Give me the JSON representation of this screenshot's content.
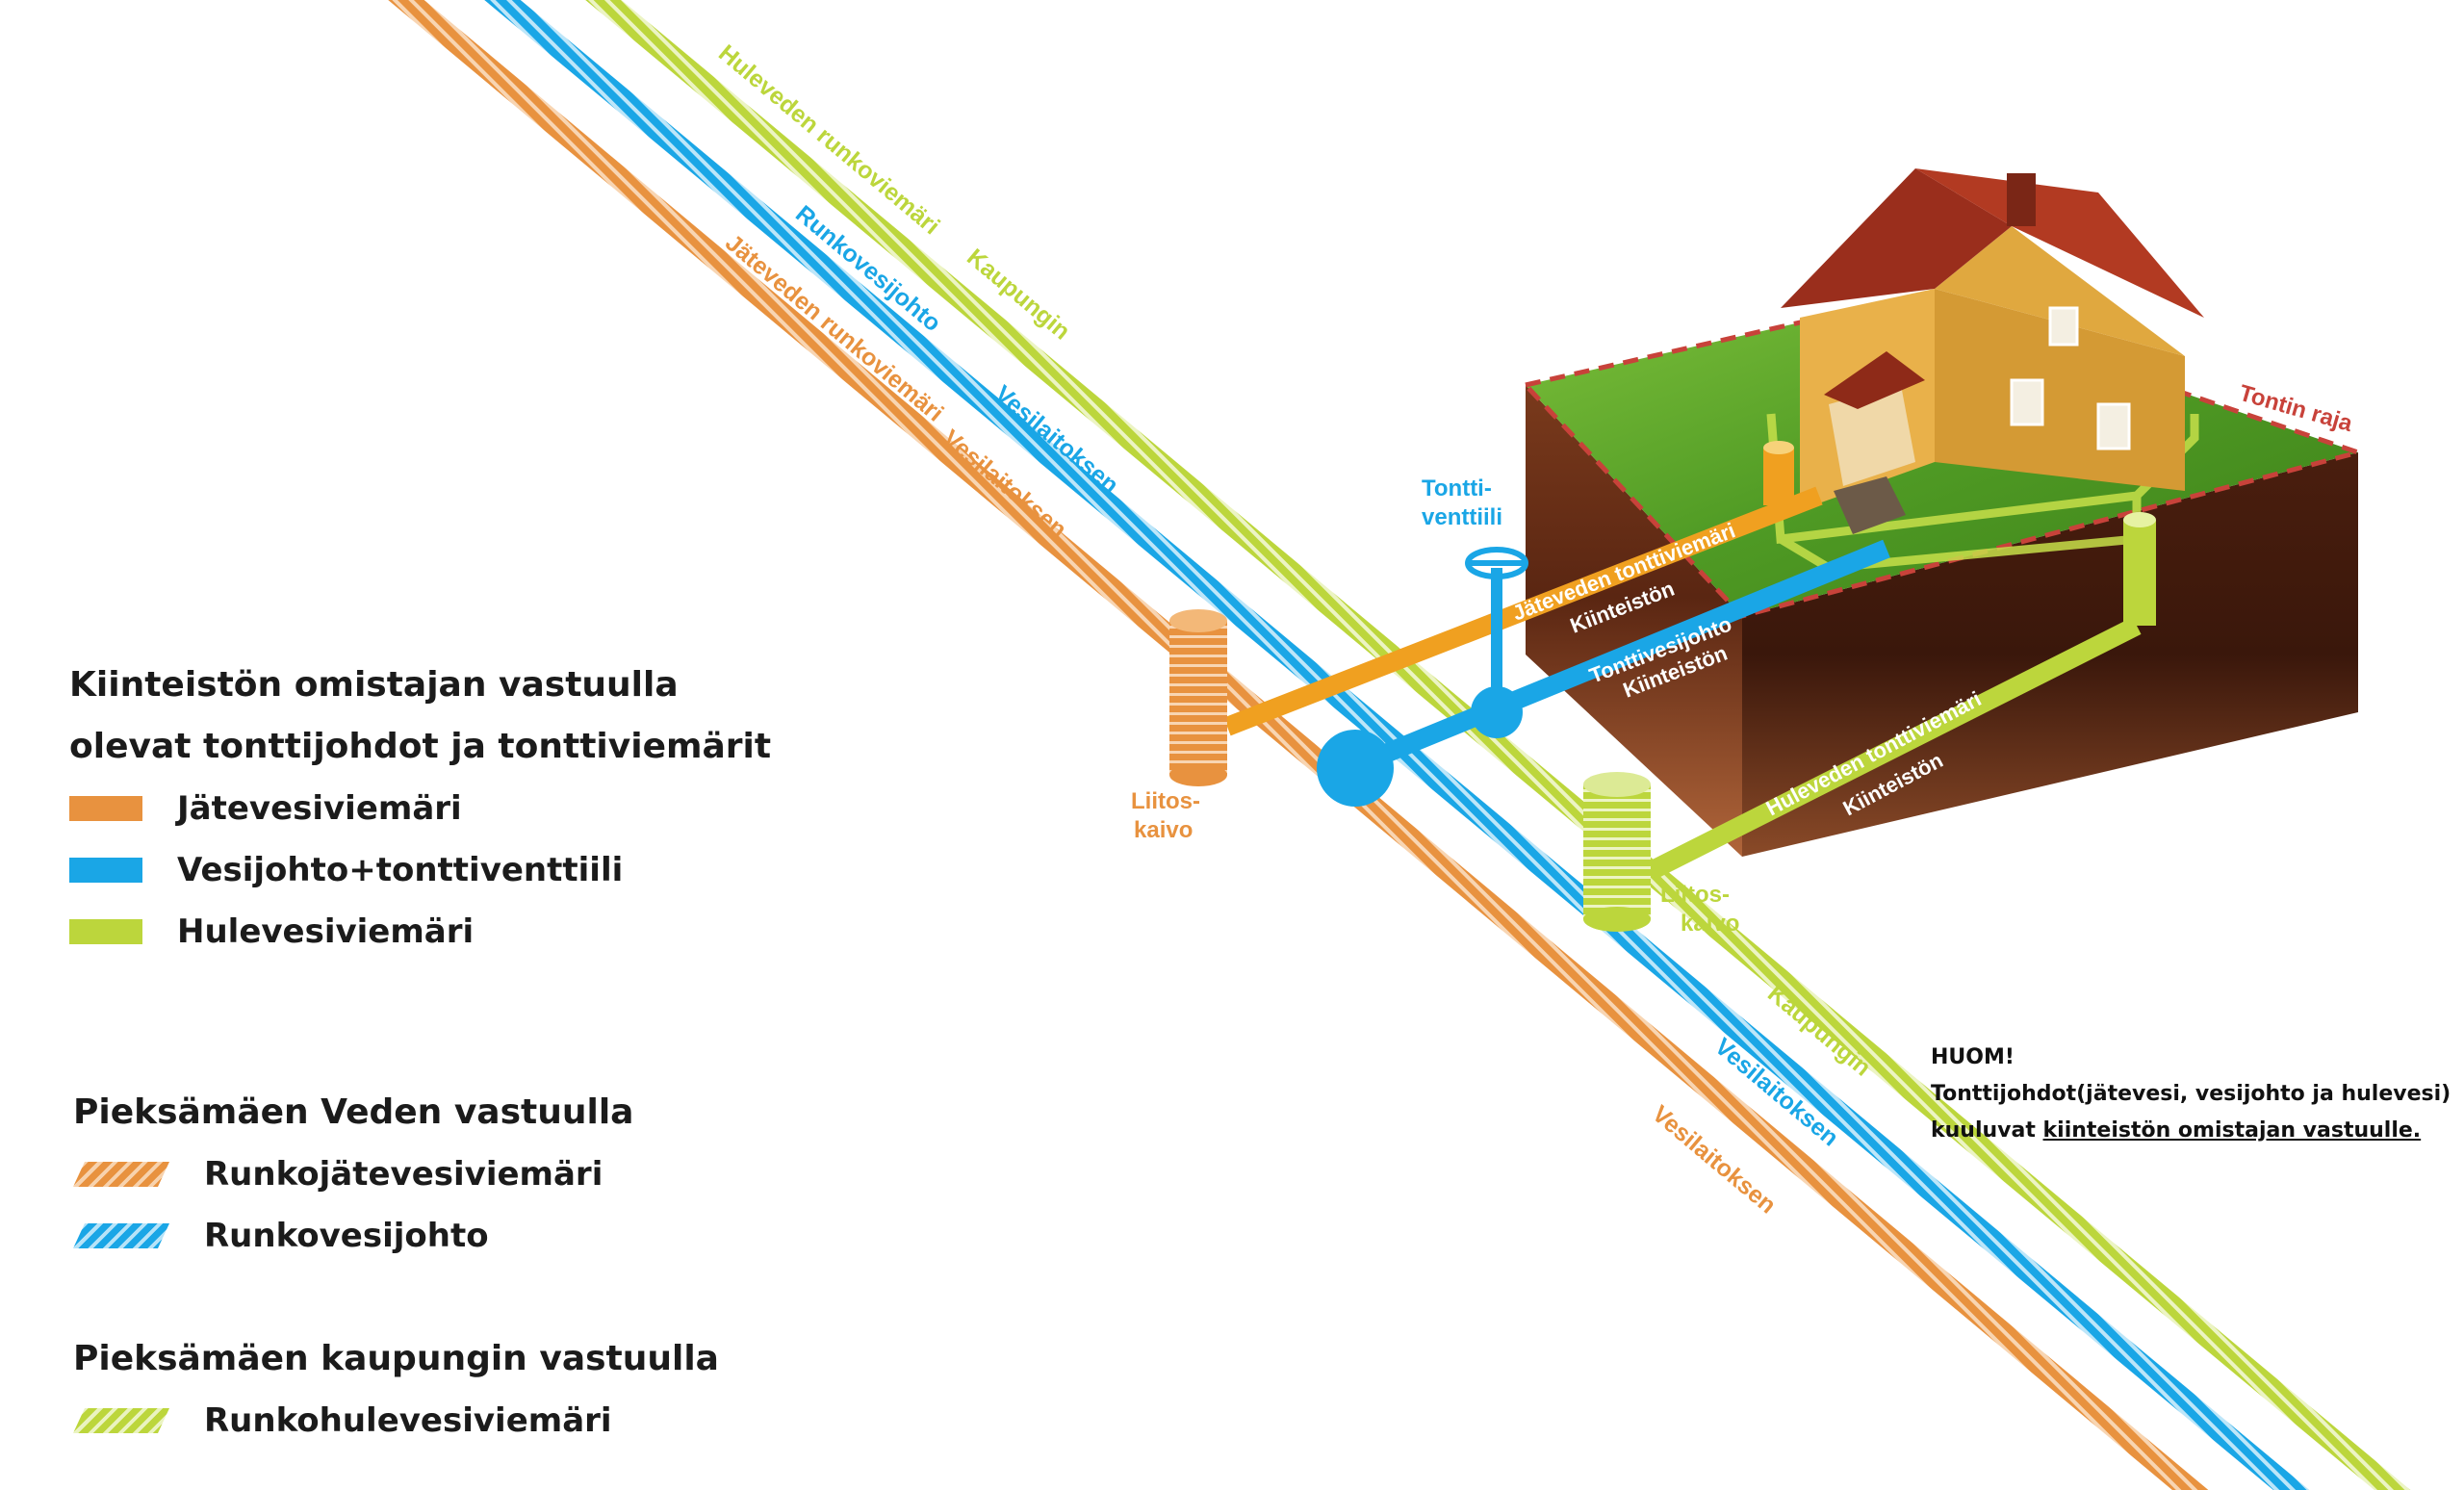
{
  "diagram": {
    "main_lines": {
      "green_owner": "Kaupungin",
      "green_name": "Huleveden runkoviemäri",
      "blue_owner": "Vesilaitoksen",
      "blue_name": "Runkovesijohto",
      "orange_owner": "Vesilaitoksen",
      "orange_name": "Jäteveden runkoviemäri"
    },
    "lower_labels": {
      "green": "Kaupungin",
      "blue": "Vesilaitoksen",
      "orange": "Vesilaitoksen"
    },
    "pipes": {
      "waste": "Jäteveden tonttiviemäri",
      "water": "Tonttivesijohto",
      "storm": "Huleveden tonttiviemäri",
      "owner": "Kiinteistön"
    },
    "valve_label_1": "Tontti-",
    "valve_label_2": "venttiili",
    "manhole_label_1": "Liitos-",
    "manhole_label_2": "kaivo",
    "plot_border": "Tontin raja",
    "colors": {
      "orange": "#e8923f",
      "blue": "#1aa6e6",
      "green": "#bcd63c",
      "border_red": "#c8423a"
    }
  },
  "legend": {
    "owner_title_1": "Kiinteistön omistajan vastuulla",
    "owner_title_2": "olevat tonttijohdot ja tonttiviemärit",
    "owner_items": [
      "Jätevesiviemäri",
      "Vesijohto+tonttiventtiili",
      "Hulevesiviemäri"
    ],
    "water_title": "Pieksämäen Veden vastuulla",
    "water_items": [
      "Runkojätevesiviemäri",
      "Runkovesijohto"
    ],
    "city_title": "Pieksämäen kaupungin vastuulla",
    "city_items": [
      "Runkohulevesiviemäri"
    ]
  },
  "note": {
    "heading": "HUOM!",
    "line1": "Tonttijohdot(jätevesi, vesijohto ja hulevesi)",
    "line2_prefix": "kuuluvat ",
    "line2_underlined": "kiinteistön omistajan vastuulle."
  }
}
